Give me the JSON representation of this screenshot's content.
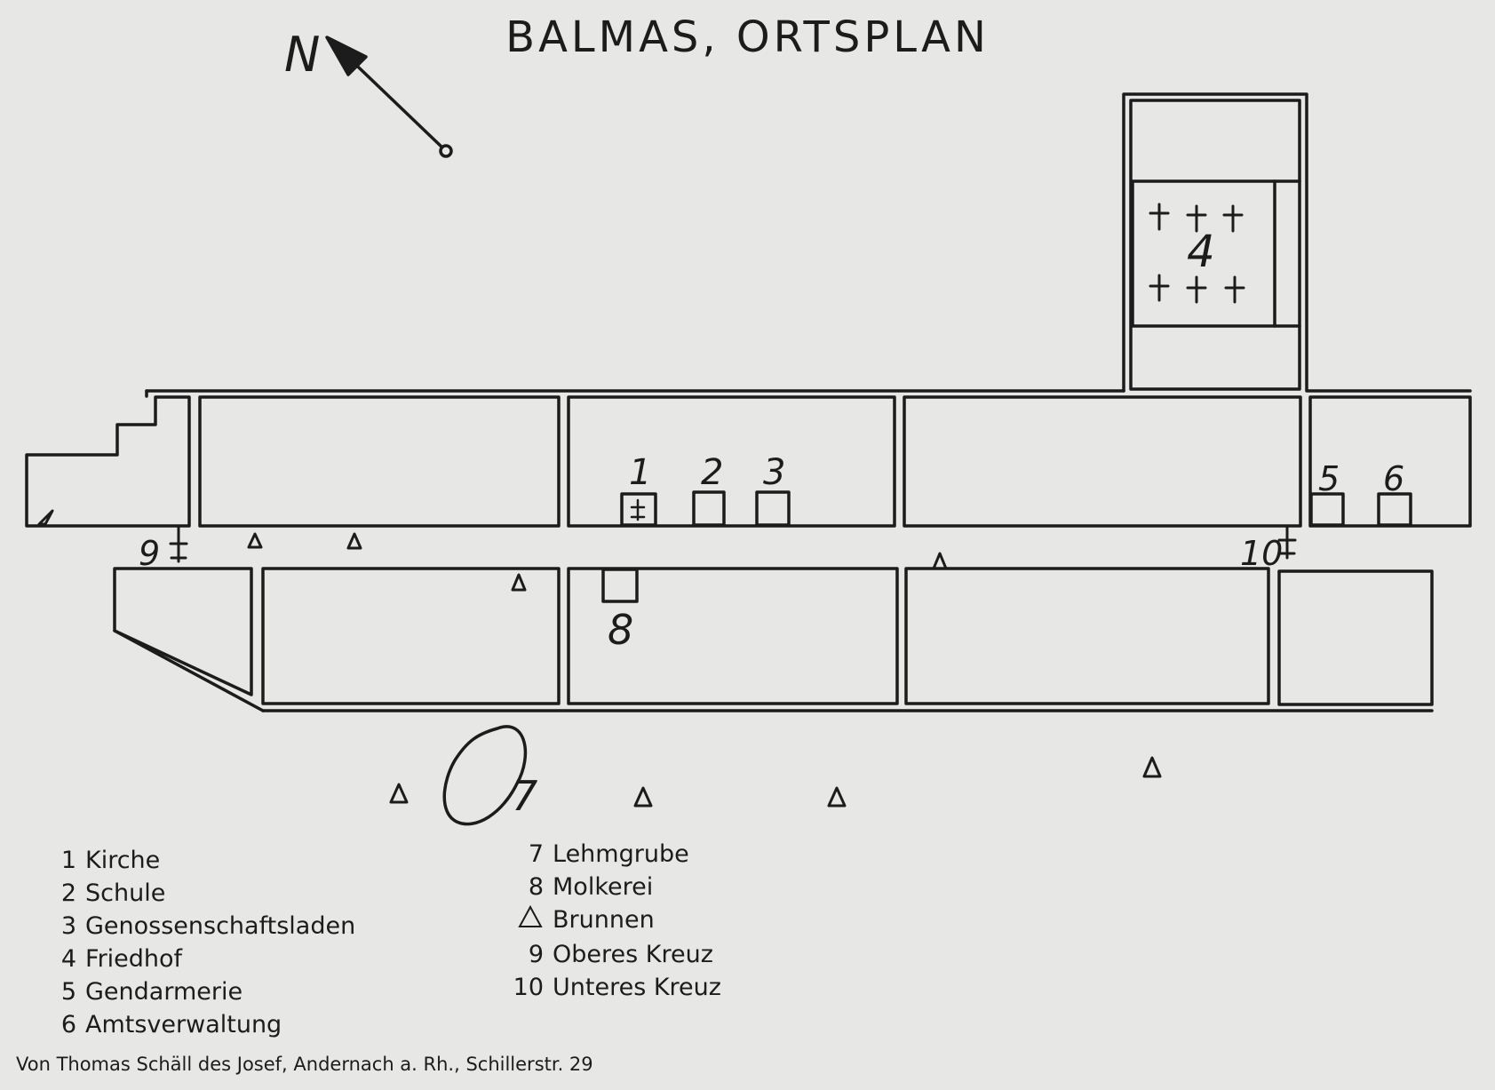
{
  "title": "BALMAS, ORTSPLAN",
  "north_label": "N",
  "map_labels": {
    "kirche": "1",
    "schule": "2",
    "laden": "3",
    "friedhof": "4",
    "gendarmerie": "5",
    "amt": "6",
    "lehmgrube": "7",
    "molkerei": "8",
    "oberes_kreuz": "9",
    "unteres_kreuz": "10"
  },
  "legend_left": [
    {
      "num": "1",
      "label": "Kirche"
    },
    {
      "num": "2",
      "label": "Schule"
    },
    {
      "num": "3",
      "label": "Genossenschaftsladen"
    },
    {
      "num": "4",
      "label": "Friedhof"
    },
    {
      "num": "5",
      "label": "Gendarmerie"
    },
    {
      "num": "6",
      "label": "Amtsverwaltung"
    }
  ],
  "legend_right": [
    {
      "num": "7",
      "label": "Lehmgrube"
    },
    {
      "num": "8",
      "label": "Molkerei"
    },
    {
      "num": "",
      "label": "Brunnen",
      "icon": "triangle-icon"
    },
    {
      "num": "9",
      "label": "Oberes  Kreuz"
    },
    {
      "num": "10",
      "label": "Unteres  Kreuz"
    }
  ],
  "credit": "Von Thomas Schäll des Josef, Andernach a. Rh., Schillerstr. 29",
  "colors": {
    "ink": "#1c1c1c",
    "paper": "#e7e7e5"
  }
}
